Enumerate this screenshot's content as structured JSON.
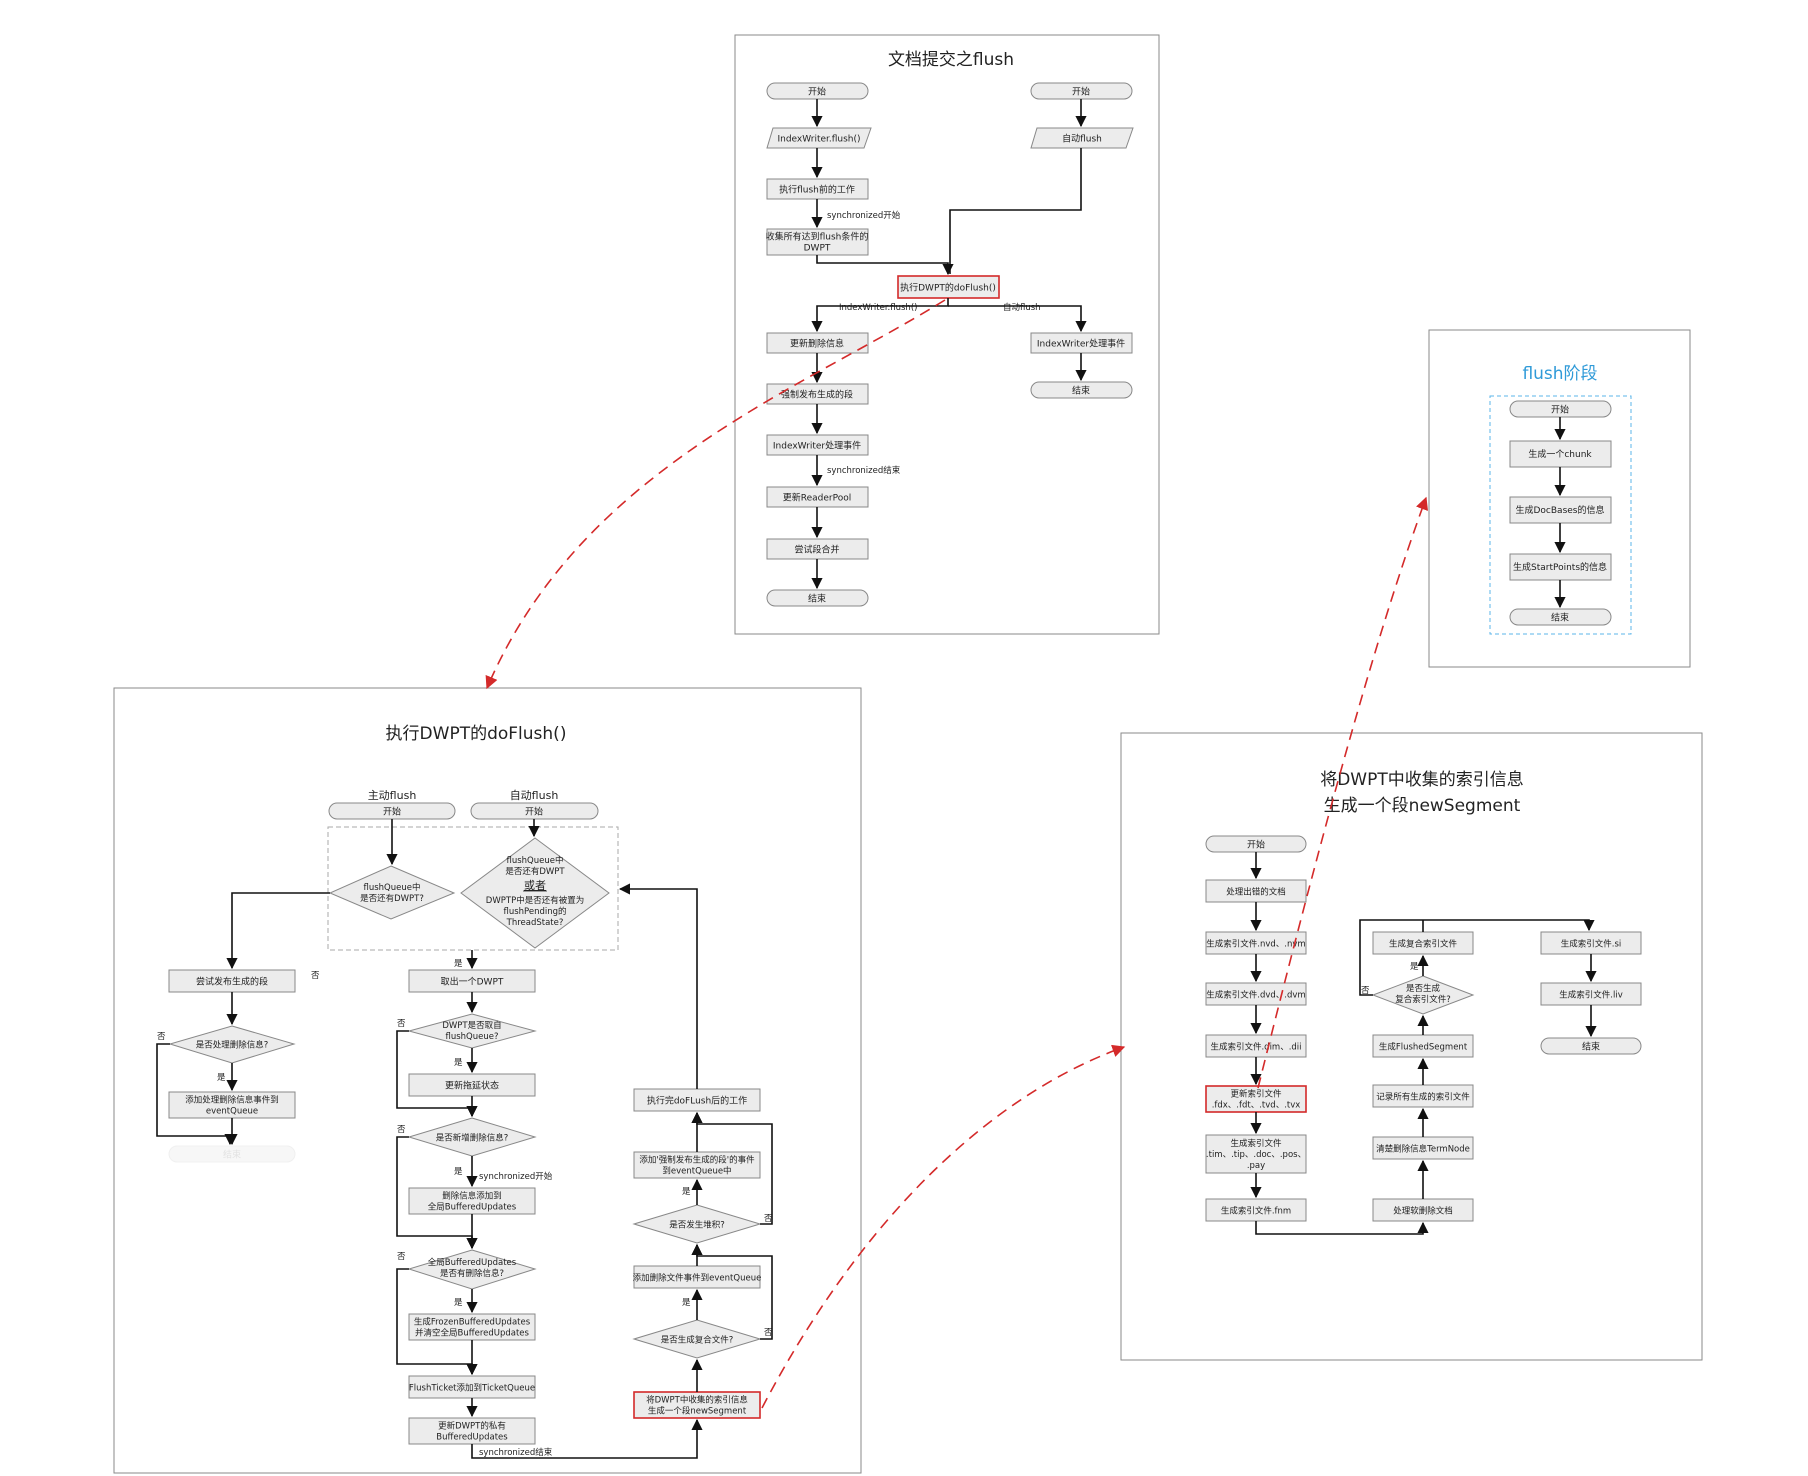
{
  "panels": {
    "top": {
      "title": "文档提交之flush",
      "start_a": "开始",
      "start_b": "开始",
      "indexwriter_flush": "IndexWriter.flush()",
      "auto_flush": "自动flush",
      "before_flush": "执行flush前的工作",
      "sync_start": "synchronized开始",
      "collect_1": "收集所有达到flush条件的",
      "collect_2": "DWPT",
      "do_flush": "执行DWPT的doFlush()",
      "branch_left": "IndexWriter.flush()",
      "branch_right": "自动flush",
      "update_delete": "更新删除信息",
      "iw_event_right": "IndexWriter处理事件",
      "end_right": "结束",
      "force_publish": "强制发布生成的段",
      "iw_event_left": "IndexWriter处理事件",
      "sync_end": "synchronized结束",
      "update_reader": "更新ReaderPool",
      "try_merge": "尝试段合并",
      "end_left": "结束"
    },
    "flush_stage": {
      "title": "flush阶段",
      "start": "开始",
      "chunk": "生成一个chunk",
      "docbases": "生成DocBases的信息",
      "startpoints": "生成StartPoints的信息",
      "end": "结束"
    },
    "doflush": {
      "title": "执行DWPT的doFlush()",
      "main_flush": "主动flush",
      "auto_flush": "自动flush",
      "start_main": "开始",
      "start_auto": "开始",
      "dq1_1": "flushQueue中",
      "dq1_2": "是否还有DWPT?",
      "dq2_1": "flushQueue中",
      "dq2_2": "是否还有DWPT",
      "dq2_or": "或者",
      "dq2_3": "DWPTP中是否还有被置为",
      "dq2_4": "flushPending的",
      "dq2_5": "ThreadState?",
      "no": "否",
      "yes": "是",
      "try_publish": "尝试发布生成的段",
      "handle_delete_q": "是否处理删除信息?",
      "add_delete_event_1": "添加处理删除信息事件到",
      "add_delete_event_2": "eventQueue",
      "end_faded": "结束",
      "take_dwpt": "取出一个DWPT",
      "dwpt_from_q_1": "DWPT是否取自",
      "dwpt_from_q_2": "flushQueue?",
      "update_stall": "更新拖延状态",
      "new_delete_q": "是否新增删除信息?",
      "sync_start": "synchronized开始",
      "add_global_1": "删除信息添加到",
      "add_global_2": "全局BufferedUpdates",
      "global_q_1": "全局BufferedUpdates",
      "global_q_2": "是否有删除信息?",
      "frozen_1": "生成FrozenBufferedUpdates",
      "frozen_2": "并清空全局BufferedUpdates",
      "ticket": "FlushTicket添加到TicketQueue",
      "private_1": "更新DWPT的私有",
      "private_2": "BufferedUpdates",
      "sync_end": "synchronized结束",
      "after_work": "执行完doFLush后的工作",
      "add_force_1": "添加'强制发布生成的段'的事件",
      "add_force_2": "到eventQueue中",
      "backlog_q": "是否发生堆积?",
      "add_delete_file": "添加删除文件事件到eventQueue",
      "compound_q": "是否生成复合文件?",
      "gen_seg_1": "将DWPT中收集的索引信息",
      "gen_seg_2": "生成一个段newSegment"
    },
    "segment": {
      "title_1": "将DWPT中收集的索引信息",
      "title_2": "生成一个段newSegment",
      "start": "开始",
      "handle_error": "处理出错的文档",
      "nvd": "生成索引文件.nvd、.nvm",
      "dvd": "生成索引文件.dvd、.dvm",
      "dim": "生成索引文件.dim、.dii",
      "update_1": "更新索引文件",
      "update_2": ".fdx、.fdt、.tvd、.tvx",
      "tim_1": "生成索引文件",
      "tim_2": ".tim、.tip、.doc、.pos、",
      "tim_3": ".pay",
      "fnm": "生成索引文件.fnm",
      "soft_delete": "处理软删除文档",
      "clear_term": "清楚删除信息TermNode",
      "record_files": "记录所有生成的索引文件",
      "flushed_segment": "生成FlushedSegment",
      "compound_q_1": "是否生成",
      "compound_q_2": "复合索引文件?",
      "yes": "是",
      "no": "否",
      "compound_file": "生成复合索引文件",
      "si": "生成索引文件.si",
      "liv": "生成索引文件.liv",
      "end": "结束"
    }
  },
  "colors": {
    "accent_red": "#d42a2a",
    "accent_blue": "#2f9ad8"
  }
}
